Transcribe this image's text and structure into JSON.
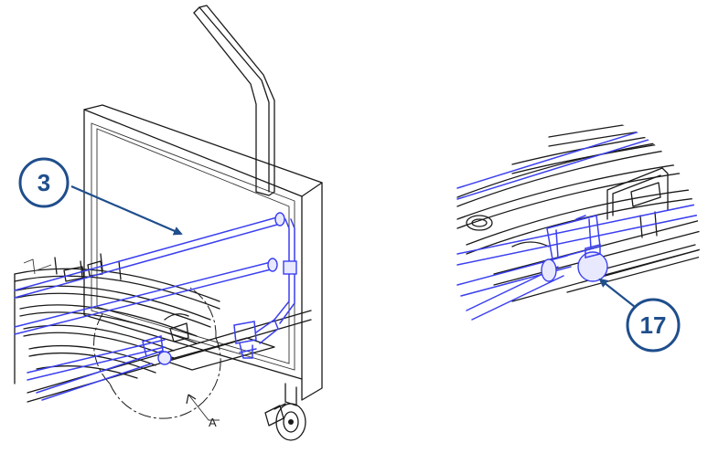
{
  "callouts": {
    "rail_number": "3",
    "clamp_number": "17"
  },
  "detail_view": {
    "label": "A"
  },
  "colors": {
    "callout": "#1f4e8c",
    "highlight": "#3a3ff0",
    "linework": "#1a1a1a"
  }
}
